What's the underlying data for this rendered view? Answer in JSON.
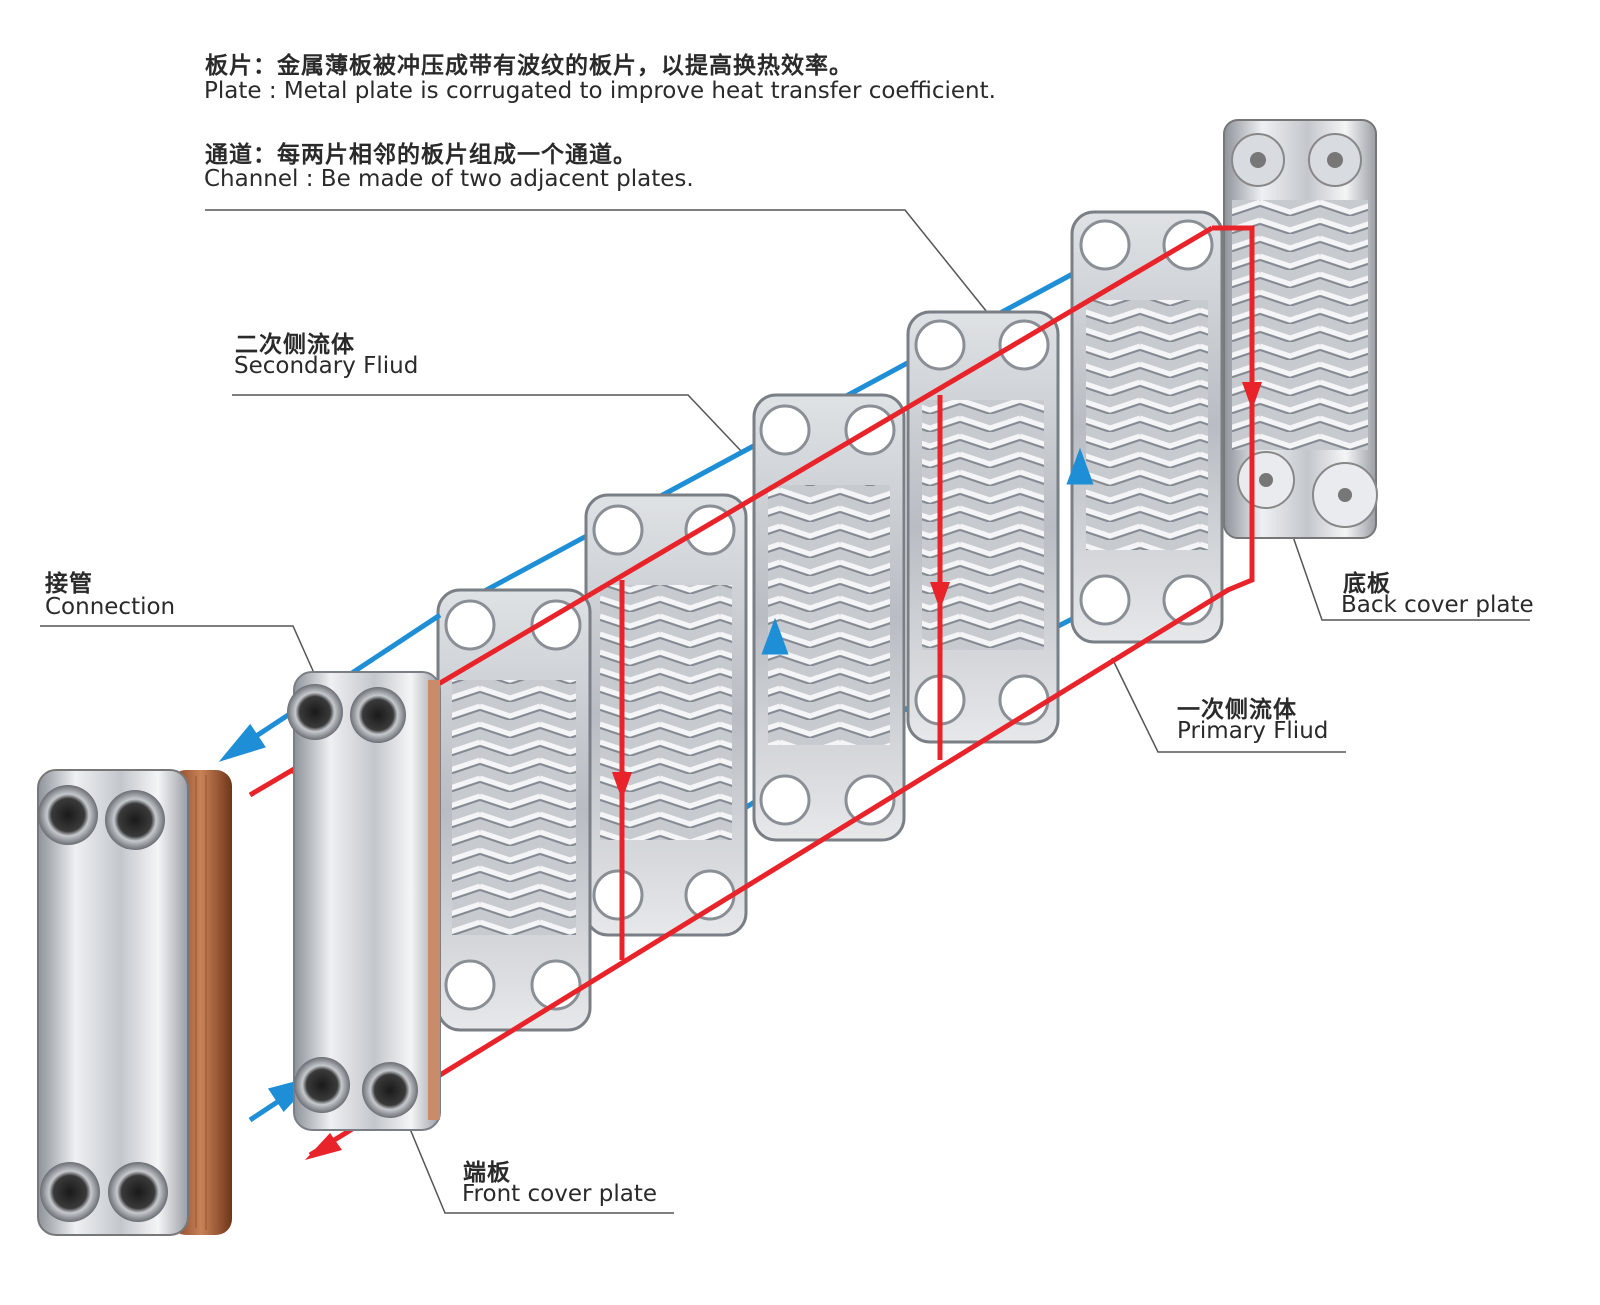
{
  "header": {
    "plate_cn": "板片：金属薄板被冲压成带有波纹的板片，以提高换热效率。",
    "plate_en": "Plate : Metal plate is corrugated to improve heat transfer coefficient.",
    "channel_cn": "通道：每两片相邻的板片组成一个通道。",
    "channel_en": "Channel : Be made of two adjacent plates."
  },
  "labels": {
    "secondary_cn": "二次侧流体",
    "secondary_en": "Secondary Fliud",
    "connection_cn": "接管",
    "connection_en": "Connection",
    "back_cn": "底板",
    "back_en": "Back cover plate",
    "primary_cn": "一次侧流体",
    "primary_en": "Primary Fliud",
    "front_cn": "端板",
    "front_en": "Front cover plate"
  },
  "colors": {
    "primary_flow": "#e8232a",
    "secondary_flow": "#1e8fd6",
    "plate_steel": "#c9ccd1",
    "brazed_copper": "#b9714a",
    "leader_line": "#555555"
  },
  "icons": [
    "red-flow-arrow-icon",
    "blue-flow-arrow-icon"
  ]
}
